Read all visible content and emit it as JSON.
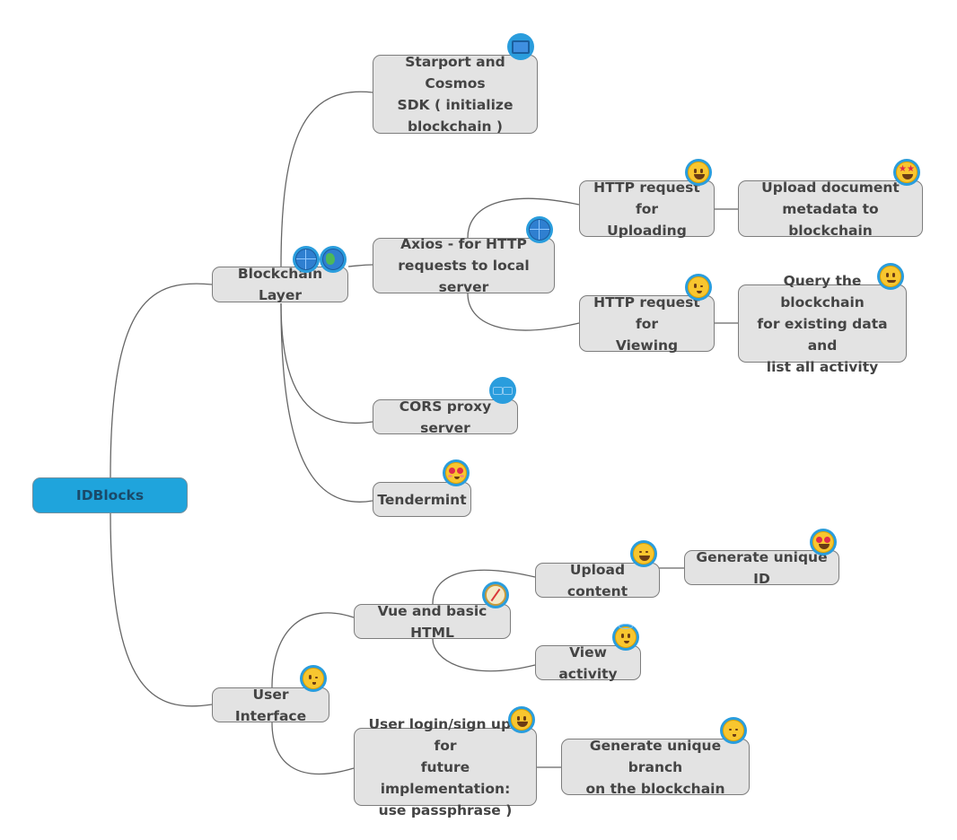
{
  "mindmap": {
    "root": "IDBlocks",
    "nodes": {
      "blockchain_layer": "Blockchain Layer",
      "starport": "Starport and Cosmos\nSDK ( initialize\nblockchain )",
      "axios": "Axios - for HTTP\nrequests to local server",
      "http_upload": "HTTP request for\nUploading",
      "upload_metadata": "Upload document\nmetadata to blockchain",
      "http_view": "HTTP request for\nViewing",
      "query_chain": "Query the blockchain\nfor existing data and\nlist all activity",
      "cors": "CORS proxy server",
      "tendermint": "Tendermint",
      "user_interface": "User Interface",
      "vue_html": "Vue and basic HTML",
      "upload_content": "Upload content",
      "generate_id": "Generate unique ID",
      "view_activity": "View activity",
      "login": "User  login/sign up ( for\nfuture implementation:\nuse passphrase )",
      "generate_branch": "Generate unique branch\non the blockchain"
    },
    "icons": {
      "blockchain_layer": [
        "globe-grid-icon",
        "globe-earth-icon"
      ],
      "starport": "screen-icon",
      "axios": "globe-grid-icon",
      "http_upload": "grinning-face-icon",
      "upload_metadata": "star-struck-face-icon",
      "http_view": "winking-face-icon",
      "query_chain": "smiling-face-icon",
      "cors": "glasses-icon",
      "tendermint": "smiling-hearts-face-icon",
      "user_interface": "kissing-heart-face-icon",
      "vue_html": "compass-icon",
      "upload_content": "squinting-laugh-face-icon",
      "generate_id": "heart-eyes-face-icon",
      "view_activity": "halo-face-icon",
      "login": "grinning-big-eyes-face-icon",
      "generate_branch": "kissing-face-icon"
    },
    "colors": {
      "root_fill": "#1fa4dc",
      "node_fill": "#e3e3e3",
      "node_border": "#7d7d7d",
      "connector": "#666666",
      "text": "#444444"
    }
  }
}
